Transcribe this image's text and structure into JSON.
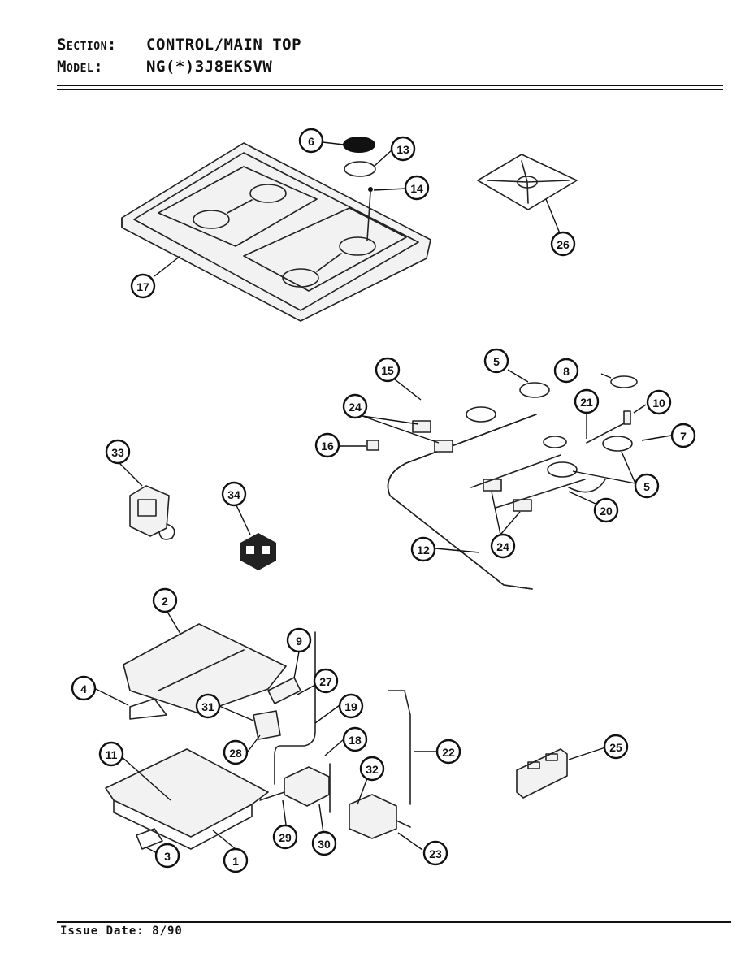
{
  "header": {
    "section_label": "Section:",
    "section_value": "CONTROL/MAIN TOP",
    "model_label": "Model:",
    "model_value": "NG(*)3J8EKSVW"
  },
  "footer": {
    "issue_date": "Issue Date: 8/90"
  },
  "callouts": [
    {
      "id": "6",
      "label": "6"
    },
    {
      "id": "13",
      "label": "13"
    },
    {
      "id": "14",
      "label": "14"
    },
    {
      "id": "17",
      "label": "17"
    },
    {
      "id": "26",
      "label": "26"
    },
    {
      "id": "15",
      "label": "15"
    },
    {
      "id": "5a",
      "label": "5"
    },
    {
      "id": "8",
      "label": "8"
    },
    {
      "id": "21",
      "label": "21"
    },
    {
      "id": "10",
      "label": "10"
    },
    {
      "id": "24a",
      "label": "24"
    },
    {
      "id": "16",
      "label": "16"
    },
    {
      "id": "7",
      "label": "7"
    },
    {
      "id": "5b",
      "label": "5"
    },
    {
      "id": "33",
      "label": "33"
    },
    {
      "id": "34",
      "label": "34"
    },
    {
      "id": "20",
      "label": "20"
    },
    {
      "id": "24b",
      "label": "24"
    },
    {
      "id": "12",
      "label": "12"
    },
    {
      "id": "2",
      "label": "2"
    },
    {
      "id": "9",
      "label": "9"
    },
    {
      "id": "27",
      "label": "27"
    },
    {
      "id": "4",
      "label": "4"
    },
    {
      "id": "19",
      "label": "19"
    },
    {
      "id": "31",
      "label": "31"
    },
    {
      "id": "18",
      "label": "18"
    },
    {
      "id": "28",
      "label": "28"
    },
    {
      "id": "22",
      "label": "22"
    },
    {
      "id": "25",
      "label": "25"
    },
    {
      "id": "11",
      "label": "11"
    },
    {
      "id": "32",
      "label": "32"
    },
    {
      "id": "29",
      "label": "29"
    },
    {
      "id": "30",
      "label": "30"
    },
    {
      "id": "23",
      "label": "23"
    },
    {
      "id": "3",
      "label": "3"
    },
    {
      "id": "1",
      "label": "1"
    }
  ]
}
